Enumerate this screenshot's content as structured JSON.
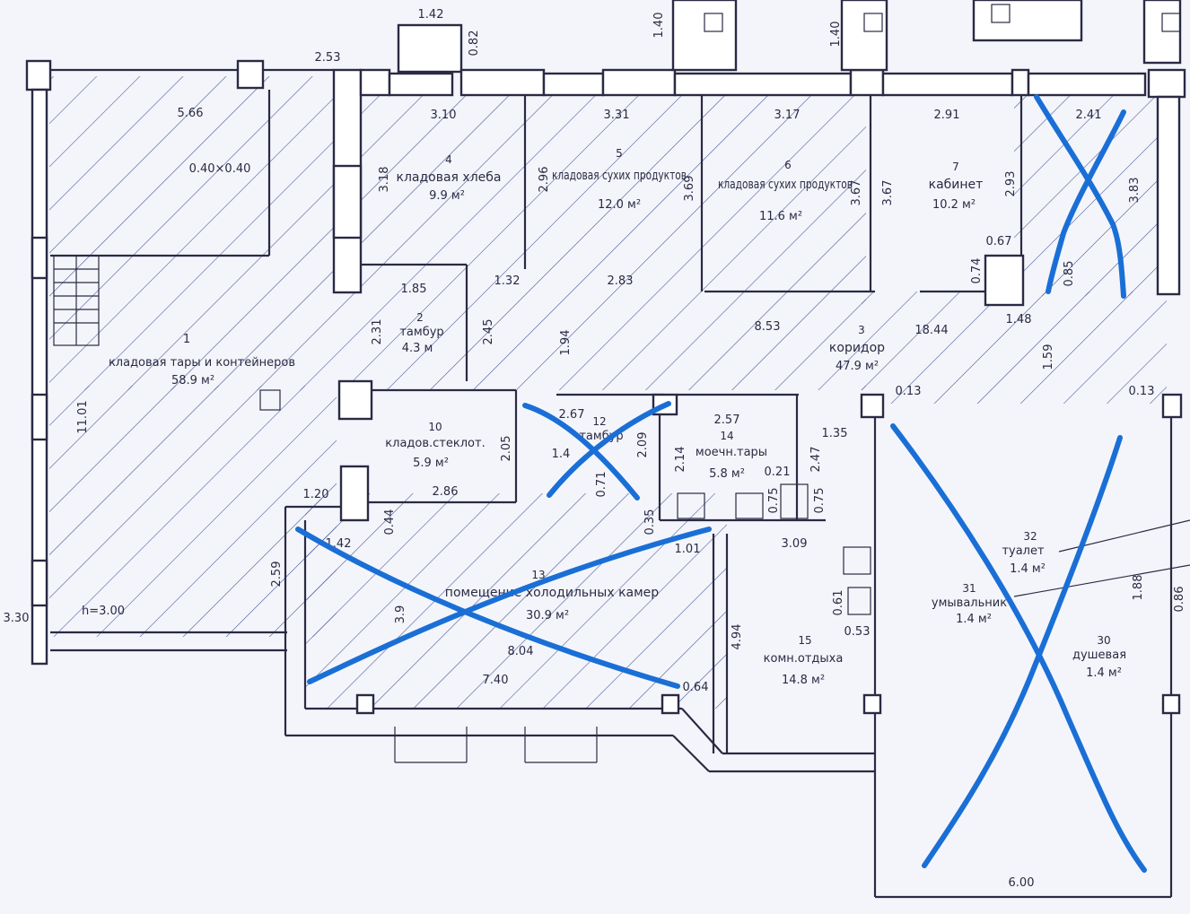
{
  "rooms": [
    {
      "num": "1",
      "name": "кладовая тары и контейнеров",
      "area": "58.9 м²"
    },
    {
      "num": "2",
      "name": "тамбур",
      "area": "4.3 м"
    },
    {
      "num": "3",
      "name": "коридор",
      "area": "47.9 м²"
    },
    {
      "num": "4",
      "name": "кладовая хлеба",
      "area": "9.9 м²"
    },
    {
      "num": "5",
      "name": "кладовая сухих продуктов",
      "area": "12.0 м²"
    },
    {
      "num": "6",
      "name": "кладовая сухих продуктов",
      "area": "11.6 м²"
    },
    {
      "num": "7",
      "name": "кабинет",
      "area": "10.2 м²"
    },
    {
      "num": "10",
      "name": "кладов.стеклот.",
      "area": "5.9 м²"
    },
    {
      "num": "12",
      "name": "тамбур",
      "area": "1.4"
    },
    {
      "num": "13",
      "name": "помещение холодильных камер",
      "area": "30.9 м²"
    },
    {
      "num": "14",
      "name": "моечн.тары",
      "area": "5.8 м²"
    },
    {
      "num": "15",
      "name": "комн.отдыха",
      "area": "14.8 м²"
    },
    {
      "num": "30",
      "name": "душевая",
      "area": "1.4 м²"
    },
    {
      "num": "31",
      "name": "умывальник",
      "area": "1.4 м²"
    },
    {
      "num": "32",
      "name": "туалет",
      "area": "1.4 м²"
    }
  ],
  "dimensions": [
    "1.42",
    "0.82",
    "1.40",
    "1.40",
    "2.53",
    "5.66",
    "0.40×0.40",
    "3.10",
    "3.31",
    "3.17",
    "2.91",
    "2.41",
    "3.18",
    "2.96",
    "3.69",
    "3.67",
    "3.67",
    "2.93",
    "3.83",
    "0.67",
    "0.74",
    "0.85",
    "1.85",
    "1.32",
    "2.83",
    "8.53",
    "18.44",
    "1.48",
    "1.59",
    "2.31",
    "2.45",
    "1.94",
    "11.01",
    "0.13",
    "0.13",
    "2.67",
    "2.57",
    "1.35",
    "2.05",
    "2.09",
    "2.14",
    "0.21",
    "2.47",
    "0.71",
    "0.75",
    "0.75",
    "1.20",
    "0.44",
    "2.86",
    "0.35",
    "1.01",
    "3.09",
    "1.42",
    "2.59",
    "3.30",
    "h=3.00",
    "0.61",
    "0.53",
    "4.94",
    "1.88",
    "0.86",
    "3.9",
    "8.04",
    "7.40",
    "0.64",
    "6.00"
  ],
  "annotation_color": "#1a6fd6"
}
